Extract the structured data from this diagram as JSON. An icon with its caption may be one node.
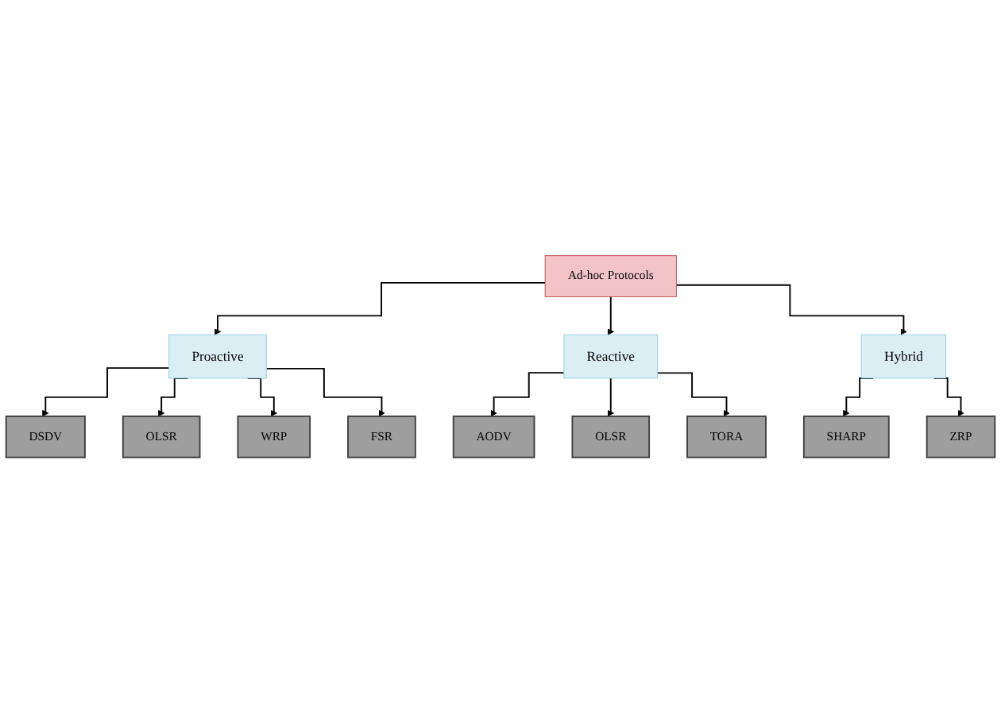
{
  "diagram": {
    "nodes": [
      {
        "text": [
          "Ad-hoc Protocols"
        ]
      },
      {
        "text": [
          "Proactive"
        ]
      },
      {
        "text": [
          "Reactive"
        ]
      },
      {
        "text": [
          "Hybrid"
        ]
      },
      {
        "text": [
          "DSDV"
        ]
      },
      {
        "text": [
          "OLSR"
        ]
      },
      {
        "text": [
          "WRP"
        ]
      },
      {
        "text": [
          "FSR"
        ]
      },
      {
        "text": [
          "AODV"
        ]
      },
      {
        "text": [
          "OLSR"
        ]
      },
      {
        "text": [
          "TORA"
        ]
      },
      {
        "text": [
          "SHARP"
        ]
      },
      {
        "text": [
          "ZRP"
        ]
      }
    ],
    "edges": [
      {
        "from": 0,
        "to": 1,
        "arrow": "to"
      },
      {
        "from": 0,
        "to": 2,
        "arrow": "to"
      },
      {
        "from": 0,
        "to": 3,
        "arrow": "to"
      },
      {
        "from": 1,
        "to": 4,
        "arrow": "to"
      },
      {
        "from": 1,
        "to": 5,
        "arrow": "to"
      },
      {
        "from": 1,
        "to": 6,
        "arrow": "to"
      },
      {
        "from": 1,
        "to": 7,
        "arrow": "to"
      },
      {
        "from": 2,
        "to": 8,
        "arrow": "to"
      },
      {
        "from": 2,
        "to": 9,
        "arrow": "to"
      },
      {
        "from": 2,
        "to": 10,
        "arrow": "to"
      },
      {
        "from": 3,
        "to": 11,
        "arrow": "to"
      },
      {
        "from": 3,
        "to": 12,
        "arrow": "to"
      }
    ]
  }
}
